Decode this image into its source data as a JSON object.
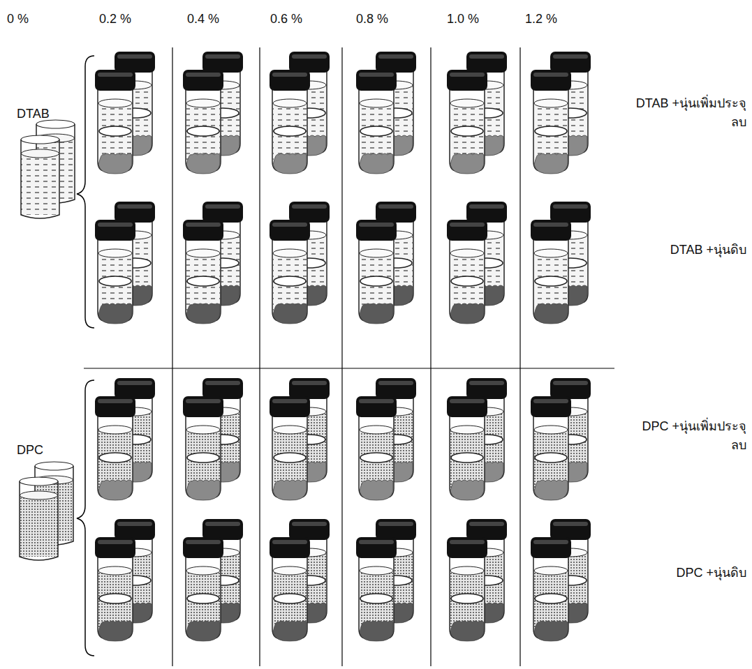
{
  "diagram": {
    "labels": [
      "0 %",
      "0.2 %",
      "0.4 %",
      "0.6 %",
      "0.8 %",
      "1.0 %",
      "1.2 %",
      "DTAB",
      "DPC",
      "DTAB +นุ่นเพิ่มประจุลบ",
      "DTAB +นุ่นดิบ",
      "DPC +นุ่นเพิ่มประจุลบ",
      "DPC +นุ่นดิบ"
    ]
  }
}
